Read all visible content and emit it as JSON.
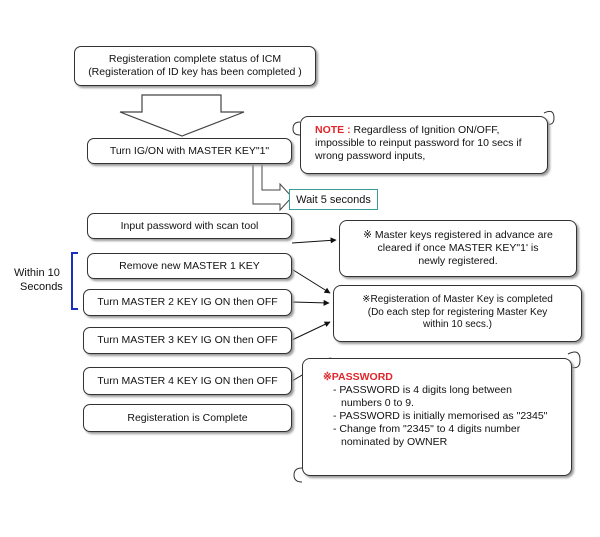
{
  "steps": {
    "status_line1": "Registeration complete status of ICM",
    "status_line2": "(Registeration of ID key has been completed )",
    "ig_on": "Turn IG/ON with MASTER KEY\"1\"",
    "wait": "Wait 5 seconds",
    "input_password": "Input password with scan tool",
    "remove_key": "Remove new MASTER 1 KEY",
    "master2": "Turn MASTER 2 KEY IG ON then OFF",
    "master3": "Turn MASTER 3 KEY IG ON then OFF",
    "master4": "Turn MASTER 4 KEY IG ON then OFF",
    "complete": "Registeration is Complete"
  },
  "within": {
    "line1": "Within 10",
    "line2": "Seconds"
  },
  "notes": {
    "note_label": "NOTE :",
    "note_text1": " Regardless of Ignition ON/OFF,",
    "note_text2": "impossible to reinput password for 10 secs if",
    "note_text3": "wrong password inputs,",
    "masterkeys_line1": "※ Master keys registered in advance are",
    "masterkeys_line2": "cleared if once MASTER KEY\"1' is",
    "masterkeys_line3": "newly registered.",
    "registration_line1": "※Registeration of Master Key is completed",
    "registration_line2": "(Do each step for registering Master Key",
    "registration_line3": "within 10 secs.)",
    "password_title": "※PASSWORD",
    "password_line1": "- PASSWORD is 4 digits long between",
    "password_line2": "numbers 0 to 9.",
    "password_line3": "- PASSWORD is initially memorised as \"2345\"",
    "password_line4": "- Change from \"2345\" to 4 digits number",
    "password_line5": "nominated by OWNER"
  },
  "colors": {
    "note_red": "#e0262b",
    "bracket_blue": "#1a2fbf",
    "wait_border": "#3a9c9a"
  }
}
